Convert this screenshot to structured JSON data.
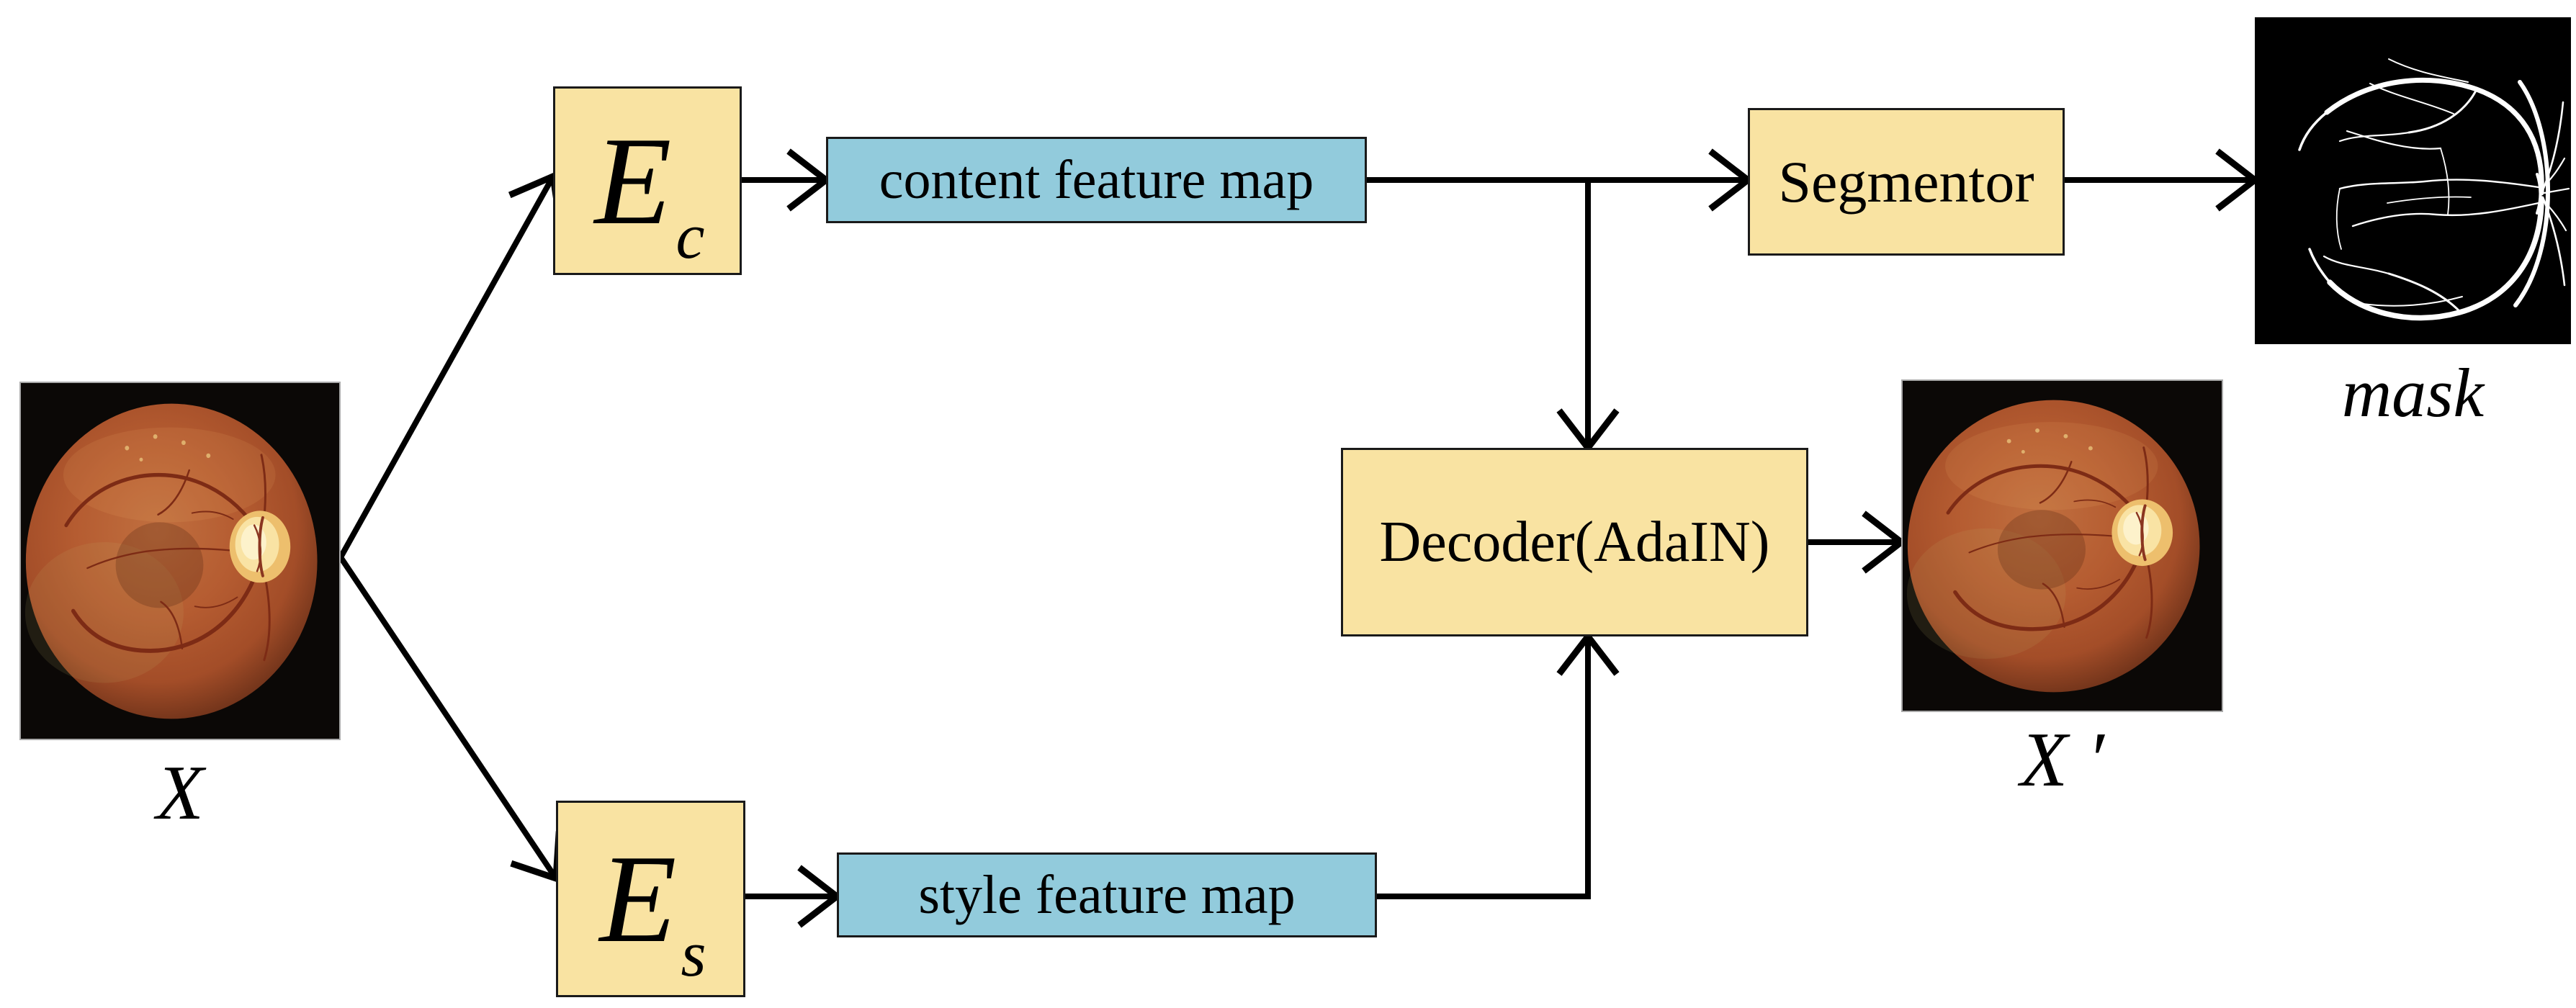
{
  "figure": {
    "description_label": "style-content disentanglement diagram",
    "nodes": {
      "input_image": {
        "label": "X"
      },
      "encoder_content": {
        "base": "E",
        "sub": "c"
      },
      "encoder_style": {
        "base": "E",
        "sub": "s"
      },
      "content_feature_map": {
        "label": "content feature map"
      },
      "style_feature_map": {
        "label": "style feature map"
      },
      "decoder": {
        "label": "Decoder(AdaIN)"
      },
      "segmentor": {
        "label": "Segmentor"
      },
      "mask_image": {
        "label": "mask"
      },
      "output_image": {
        "label": "X ′"
      }
    },
    "colors": {
      "node_yellow": "#f9e3a2",
      "node_blue": "#92cbdc",
      "node_border": "#1a1a1a",
      "arrow": "#000000",
      "background": "#ffffff",
      "mask_background": "#000000",
      "mask_vessels": "#ffffff"
    }
  }
}
